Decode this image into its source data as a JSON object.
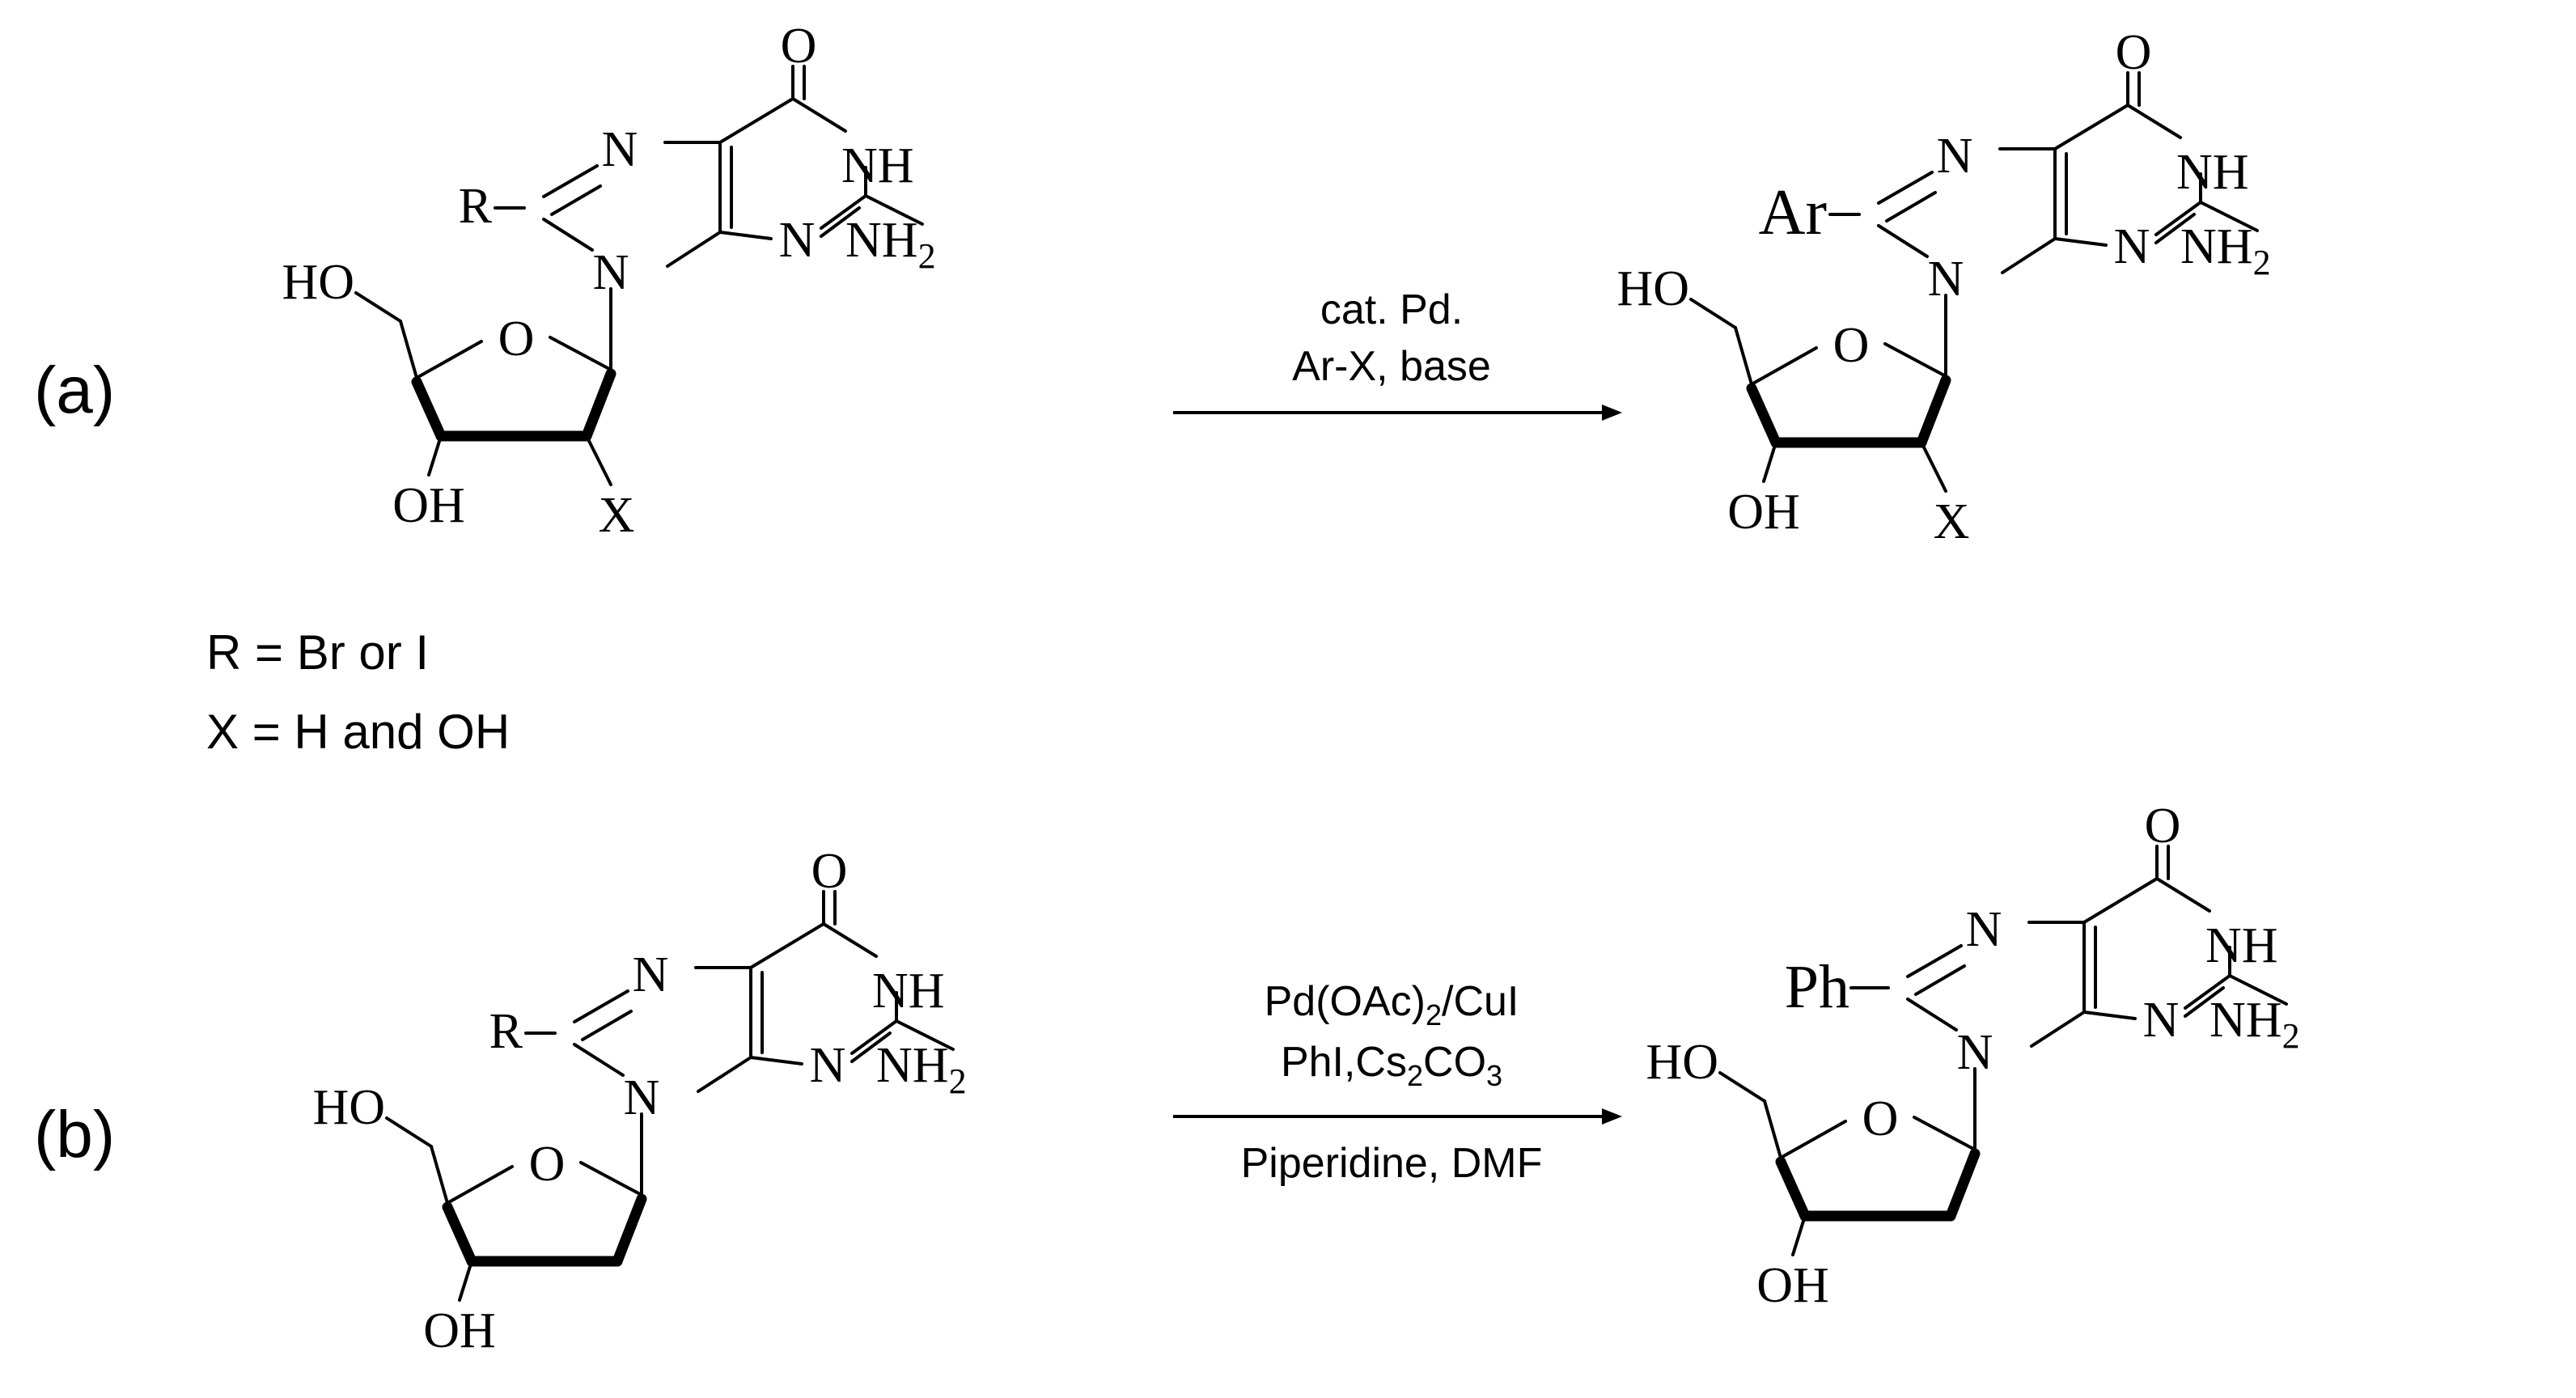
{
  "colors": {
    "highlight": "#ff0000",
    "ink": "#000000"
  },
  "panels": {
    "a": {
      "label": "(a)",
      "reagents": [
        "cat. Pd.",
        "Ar-X, base"
      ],
      "reactant": {
        "substituent": "R",
        "x_group": "X",
        "note_r": "R = Br or I",
        "note_x": "X = H and OH"
      },
      "product": {
        "substituent": "Ar",
        "x_group": "X"
      }
    },
    "b": {
      "label": "(b)",
      "reagents": [
        "Pd(OAc)2/CuI",
        "PhI,Cs2CO3",
        "Piperidine, DMF"
      ],
      "reactant": {
        "substituent": "R"
      },
      "product": {
        "substituent": "Ph"
      }
    }
  },
  "atoms": {
    "O": "O",
    "NH": "NH",
    "N": "N",
    "NH2": "NH",
    "sub2": "2",
    "HO": "HO",
    "OH": "OH"
  }
}
